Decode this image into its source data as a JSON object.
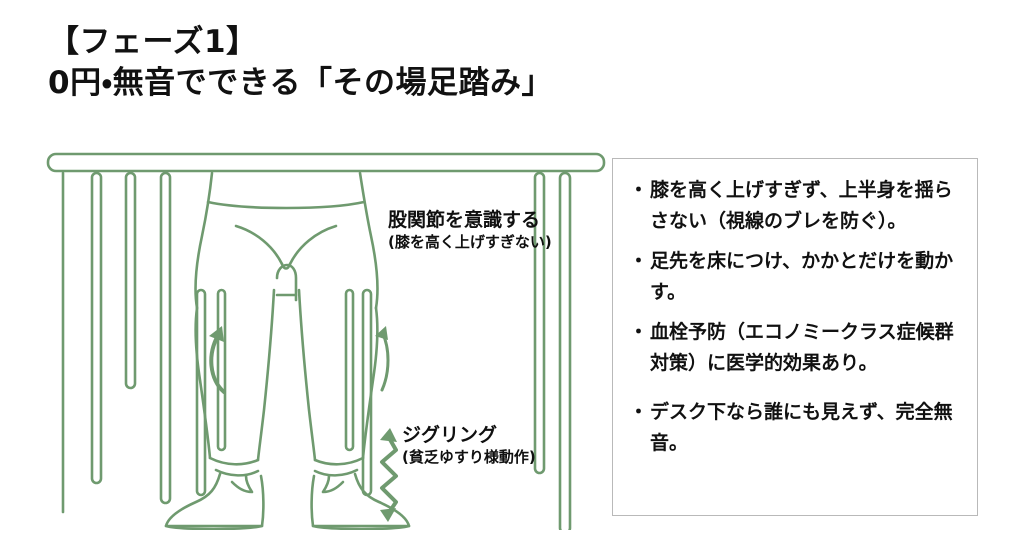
{
  "title": {
    "line1": "【フェーズ1】",
    "line2": "0円・無音でできる「その場足踏み」"
  },
  "illustration": {
    "description": "desk-with-seated-person-legs-diagram",
    "stroke_color": "#6f9a6f",
    "annotations": {
      "hip": {
        "main": "股関節を意識する",
        "sub": "(膝を高く上げすぎない)",
        "arrow": "curved-up-arrow"
      },
      "jiggling": {
        "main": "ジグリング",
        "sub": "(貧乏ゆすり様動作)",
        "arrow": "vertical-zigzag-double-arrow"
      }
    }
  },
  "info_panel": {
    "border_color": "#b9b9b9",
    "bullet_mark": "・",
    "bullets": [
      "膝を高く上げすぎず、上半身を揺らさない（視線のブレを防ぐ）。",
      "足先を床につけ、かかとだけを動かす。",
      "血栓予防（エコノミークラス症候群対策）に医学的効果あり。",
      "デスク下なら誰にも見えず、完全無音。"
    ]
  }
}
